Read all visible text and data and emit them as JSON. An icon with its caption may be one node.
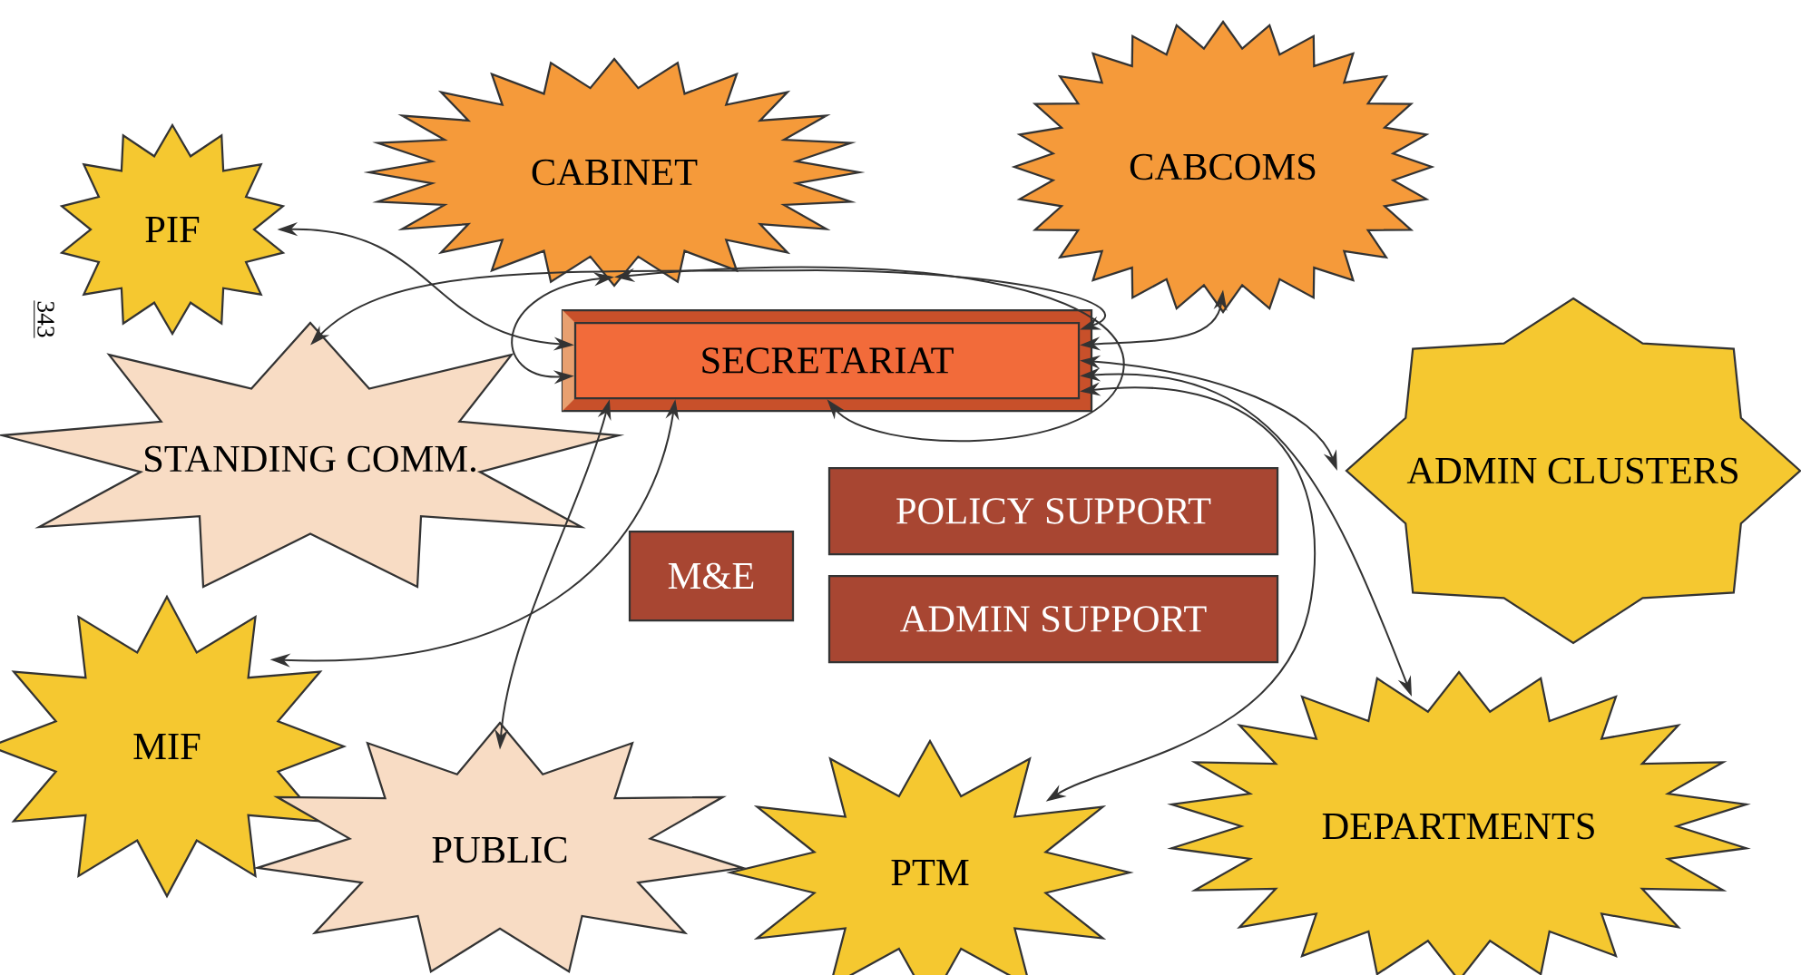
{
  "diagram": {
    "nodes": [
      {
        "text": [
          "PIF"
        ]
      },
      {
        "text": [
          "CABINET"
        ]
      },
      {
        "text": [
          "CABCOMS"
        ]
      },
      {
        "text": [
          "SECRETARIAT"
        ]
      },
      {
        "text": [
          "STANDING COMM."
        ]
      },
      {
        "text": [
          "ADMIN CLUSTERS"
        ]
      },
      {
        "text": [
          "POLICY SUPPORT"
        ]
      },
      {
        "text": [
          "M&E"
        ]
      },
      {
        "text": [
          "ADMIN SUPPORT"
        ]
      },
      {
        "text": [
          "MIF"
        ]
      },
      {
        "text": [
          "PUBLIC"
        ]
      },
      {
        "text": [
          "PTM"
        ]
      },
      {
        "text": [
          "DEPARTMENTS"
        ]
      }
    ],
    "edges": [
      {
        "from": 0,
        "to": 3,
        "arrow": "both"
      },
      {
        "from": 1,
        "to": 3,
        "arrow": "both"
      },
      {
        "from": 1,
        "to": 3,
        "arrow": "both"
      },
      {
        "from": 4,
        "to": 3,
        "arrow": "both"
      },
      {
        "from": 2,
        "to": 3,
        "arrow": "both"
      },
      {
        "from": 3,
        "to": 5,
        "arrow": "both"
      },
      {
        "from": 3,
        "to": 12,
        "arrow": "both"
      },
      {
        "from": 3,
        "to": 11,
        "arrow": "both"
      },
      {
        "from": 9,
        "to": 3,
        "arrow": "both"
      },
      {
        "from": 10,
        "to": 3,
        "arrow": "both"
      }
    ],
    "labels": [
      "343"
    ]
  }
}
